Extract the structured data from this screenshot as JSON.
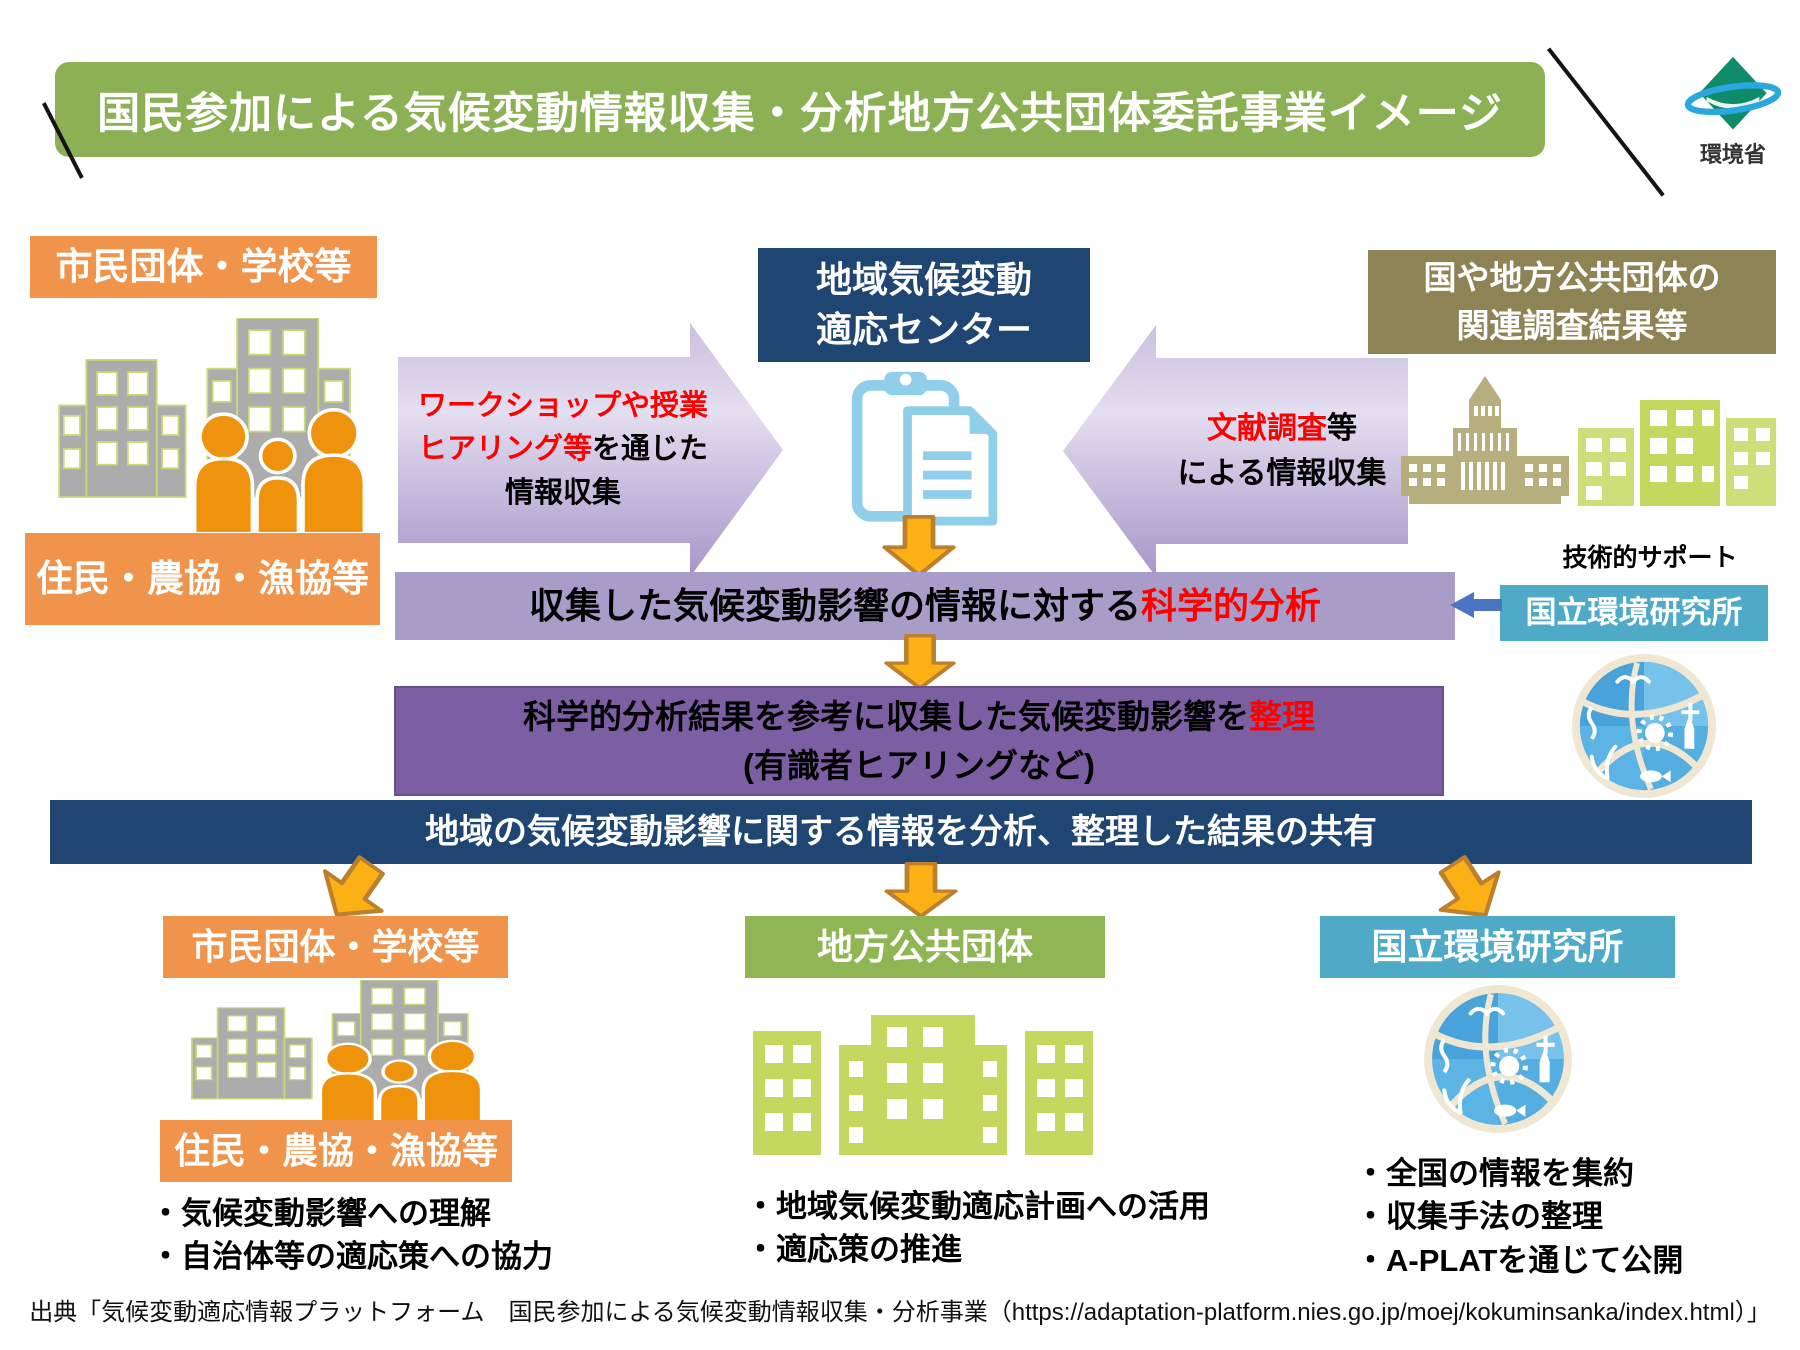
{
  "header": {
    "title": "国民参加による気候変動情報収集・分析地方公共団体委託事業イメージ",
    "ministry": "環境省"
  },
  "flow": {
    "left_source": {
      "box1": "市民団体・学校等",
      "box2": "住民・農協・漁協等"
    },
    "workshop_arrow": {
      "line1_red": "ワークショップや授業",
      "line2_red": "ヒアリング等",
      "line2_black": "を通じた",
      "line3": "情報収集"
    },
    "center_box": {
      "line1": "地域気候変動",
      "line2": "適応センター"
    },
    "literature_arrow": {
      "line1_red": "文献調査",
      "line1_black": "等",
      "line2": "による情報収集"
    },
    "right_source": {
      "line1": "国や地方公共団体の",
      "line2": "関連調査結果等"
    },
    "analysis_bar": {
      "black": "収集した気候変動影響の情報に対する",
      "red": "科学的分析"
    },
    "support": {
      "label": "技術的サポート",
      "org": "国立環境研究所"
    },
    "organize_box": {
      "line1_black": "科学的分析結果を参考に収集した気候変動影響を",
      "line1_red": "整理",
      "line2": "(有識者ヒアリングなど)"
    },
    "share_bar": "地域の気候変動影響に関する情報を分析、整理した結果の共有"
  },
  "results": {
    "citizens": {
      "box1": "市民団体・学校等",
      "box2": "住民・農協・漁協等",
      "bullets": [
        "・気候変動影響への理解",
        "・自治体等の適応策への協力"
      ]
    },
    "municipalities": {
      "box": "地方公共団体",
      "bullets": [
        "・地域気候変動適応計画への活用",
        "・適応策の推進"
      ]
    },
    "nies": {
      "box": "国立環境研究所",
      "bullets": [
        "・全国の情報を集約",
        "・収集手法の整理",
        "・A-PLATを通じて公開"
      ]
    }
  },
  "footer": {
    "source": "出典「気候変動適応情報プラットフォーム　国民参加による気候変動情報収集・分析事業（https://adaptation-platform.nies.go.jp/moej/kokuminsanka/index.html）」"
  },
  "icons": {
    "ministry_logo": "green-diamond-with-blue-swoosh",
    "adaptation_center": "clipboard-with-document",
    "citizens": "gray-buildings-with-orange-people",
    "government": "parliament-and-green-buildings",
    "municipality": "green-city-buildings",
    "nies_logo": "blue-nature-globe"
  },
  "colors": {
    "banner_green": "#8CB054",
    "orange_box": "#F0944C",
    "people_orange": "#F0930C",
    "navy": "#1F4673",
    "clipboard_blue": "#90CFE9",
    "purple_arrow": "#B4A6D3",
    "purple_bar": "#A89CC8",
    "purple_box": "#7C5FA3",
    "olive_box": "#8D8355",
    "teal_box": "#4FAAC8",
    "green_box": "#8FB653",
    "building_green": "#C4D75E",
    "gold_arrow": "#FBB116",
    "accent_red": "#FF0000",
    "link_arrow_blue": "#4C74C5"
  }
}
